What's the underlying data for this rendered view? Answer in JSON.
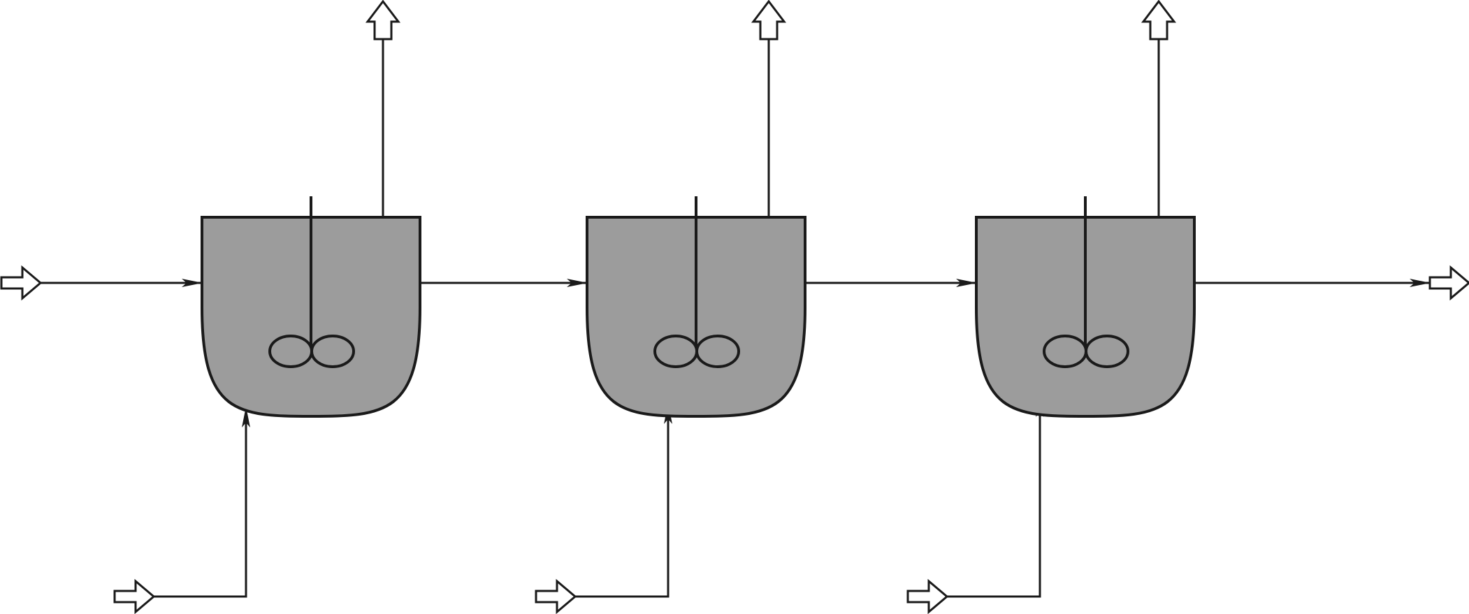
{
  "diagram": {
    "kind": "process flow",
    "colors": {
      "background": "#ffffff",
      "line": "#1a1a1a",
      "vessel_fill": "#9c9c9c",
      "hollow_arrow_fill": "#ffffff"
    },
    "vessels": [
      {
        "id": "reactor-1",
        "stirred": true,
        "impeller": "double-lobe"
      },
      {
        "id": "reactor-2",
        "stirred": true,
        "impeller": "double-lobe"
      },
      {
        "id": "reactor-3",
        "stirred": true,
        "impeller": "double-lobe"
      }
    ],
    "streams": [
      {
        "id": "main-feed",
        "from": "inlet",
        "to": "reactor-1"
      },
      {
        "id": "transfer-1-2",
        "from": "reactor-1",
        "to": "reactor-2"
      },
      {
        "id": "transfer-2-3",
        "from": "reactor-2",
        "to": "reactor-3"
      },
      {
        "id": "product-outlet",
        "from": "reactor-3",
        "to": "outlet"
      },
      {
        "id": "side-feed-1",
        "from": "inlet",
        "to": "reactor-1"
      },
      {
        "id": "side-feed-2",
        "from": "inlet",
        "to": "reactor-2"
      },
      {
        "id": "side-feed-3",
        "from": "inlet",
        "to": "reactor-3"
      },
      {
        "id": "vent-1",
        "from": "reactor-1",
        "to": "outlet"
      },
      {
        "id": "vent-2",
        "from": "reactor-2",
        "to": "outlet"
      },
      {
        "id": "vent-3",
        "from": "reactor-3",
        "to": "outlet"
      }
    ]
  }
}
